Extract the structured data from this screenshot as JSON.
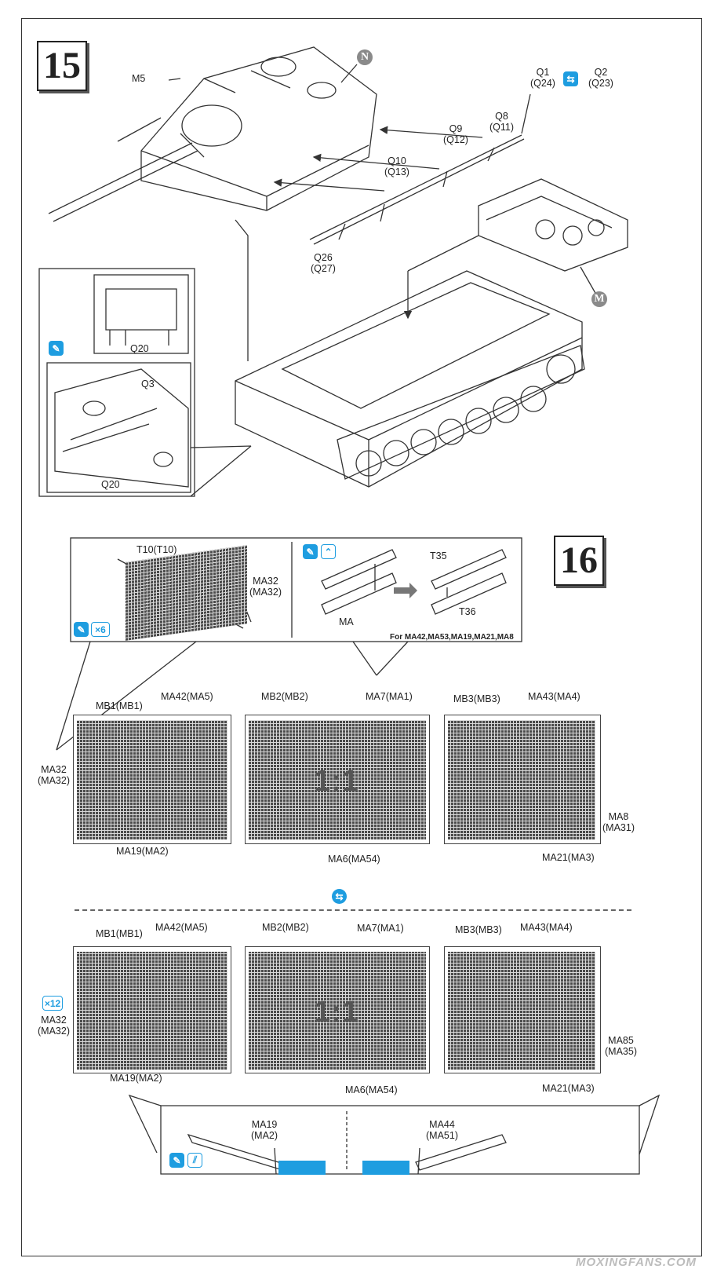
{
  "step15": {
    "number": "15",
    "badges": {
      "n": "N",
      "m": "M"
    },
    "labels": {
      "m5": "M5",
      "q1": "Q1\n(Q24)",
      "q2": "Q2\n(Q23)",
      "q8": "Q8\n(Q11)",
      "q9": "Q9\n(Q12)",
      "q10": "Q10\n(Q13)",
      "q26": "Q26\n(Q27)",
      "q20_top": "Q20",
      "q3": "Q3",
      "q20_bottom": "Q20"
    }
  },
  "step16": {
    "number": "16",
    "inset_left": {
      "t10": "T10(T10)",
      "ma32": "MA32\n(MA32)",
      "count_icon": "×6"
    },
    "inset_right": {
      "t35": "T35",
      "t36": "T36",
      "ma": "MA",
      "note": "For MA42,MA53,MA19,MA21,MA8"
    },
    "set_a": {
      "scale": "1:1",
      "labels": {
        "mb1": "MB1(MB1)",
        "ma42": "MA42(MA5)",
        "mb2": "MB2(MB2)",
        "ma7": "MA7(MA1)",
        "mb3": "MB3(MB3)",
        "ma43": "MA43(MA4)",
        "ma32": "MA32\n(MA32)",
        "ma8": "MA8\n(MA31)",
        "ma19": "MA19(MA2)",
        "ma6": "MA6(MA54)",
        "ma21": "MA21(MA3)"
      }
    },
    "set_b": {
      "scale": "1:1",
      "count_icon": "×12",
      "labels": {
        "mb1": "MB1(MB1)",
        "ma42": "MA42(MA5)",
        "mb2": "MB2(MB2)",
        "ma7": "MA7(MA1)",
        "mb3": "MB3(MB3)",
        "ma43": "MA43(MA4)",
        "ma32": "MA32\n(MA32)",
        "ma85": "MA85\n(MA35)",
        "ma19": "MA19(MA2)",
        "ma6": "MA6(MA54)",
        "ma21": "MA21(MA3)"
      }
    },
    "bottom_inset": {
      "ma19": "MA19\n(MA2)",
      "ma44": "MA44\n(MA51)"
    }
  },
  "watermark": "MOXINGFANS.COM",
  "colors": {
    "accent": "#1e9de0",
    "badge": "#8a8a8a",
    "line": "#333333"
  }
}
